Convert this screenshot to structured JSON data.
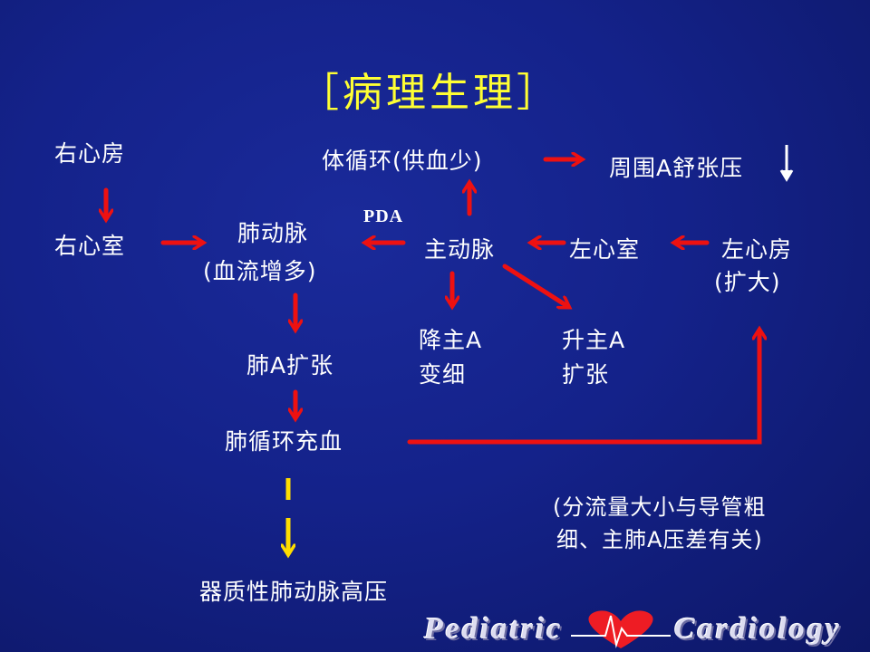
{
  "title": "［病理生理］",
  "nodes": {
    "right_atrium": "右心房",
    "right_ventricle": "右心室",
    "pulmonary_artery": "肺动脉",
    "pulmonary_artery_note": "(血流增多)",
    "systemic_circulation": "体循环(供血少)",
    "peripheral_diastolic": "周围A舒张压",
    "pda": "PDA",
    "aorta": "主动脉",
    "left_ventricle": "左心室",
    "left_atrium": "左心房",
    "left_atrium_note": "(扩大)",
    "descending_aorta_1": "降主A",
    "descending_aorta_2": "变细",
    "ascending_aorta_1": "升主A",
    "ascending_aorta_2": "扩张",
    "pa_dilation": "肺A扩张",
    "pulmonary_congestion": "肺循环充血",
    "organic_ph": "器质性肺动脉高压"
  },
  "note": {
    "line1": "(分流量大小与导管粗",
    "line2": "细、主肺A压差有关)"
  },
  "footer": {
    "left": "Pediatric",
    "right": "Cardiology"
  },
  "colors": {
    "background": "#14228a",
    "title": "#ffff33",
    "text": "#ffffff",
    "arrow": "#ee1111",
    "dashed_arrow": "#ffdd00",
    "down_indicator": "#ffffff"
  }
}
